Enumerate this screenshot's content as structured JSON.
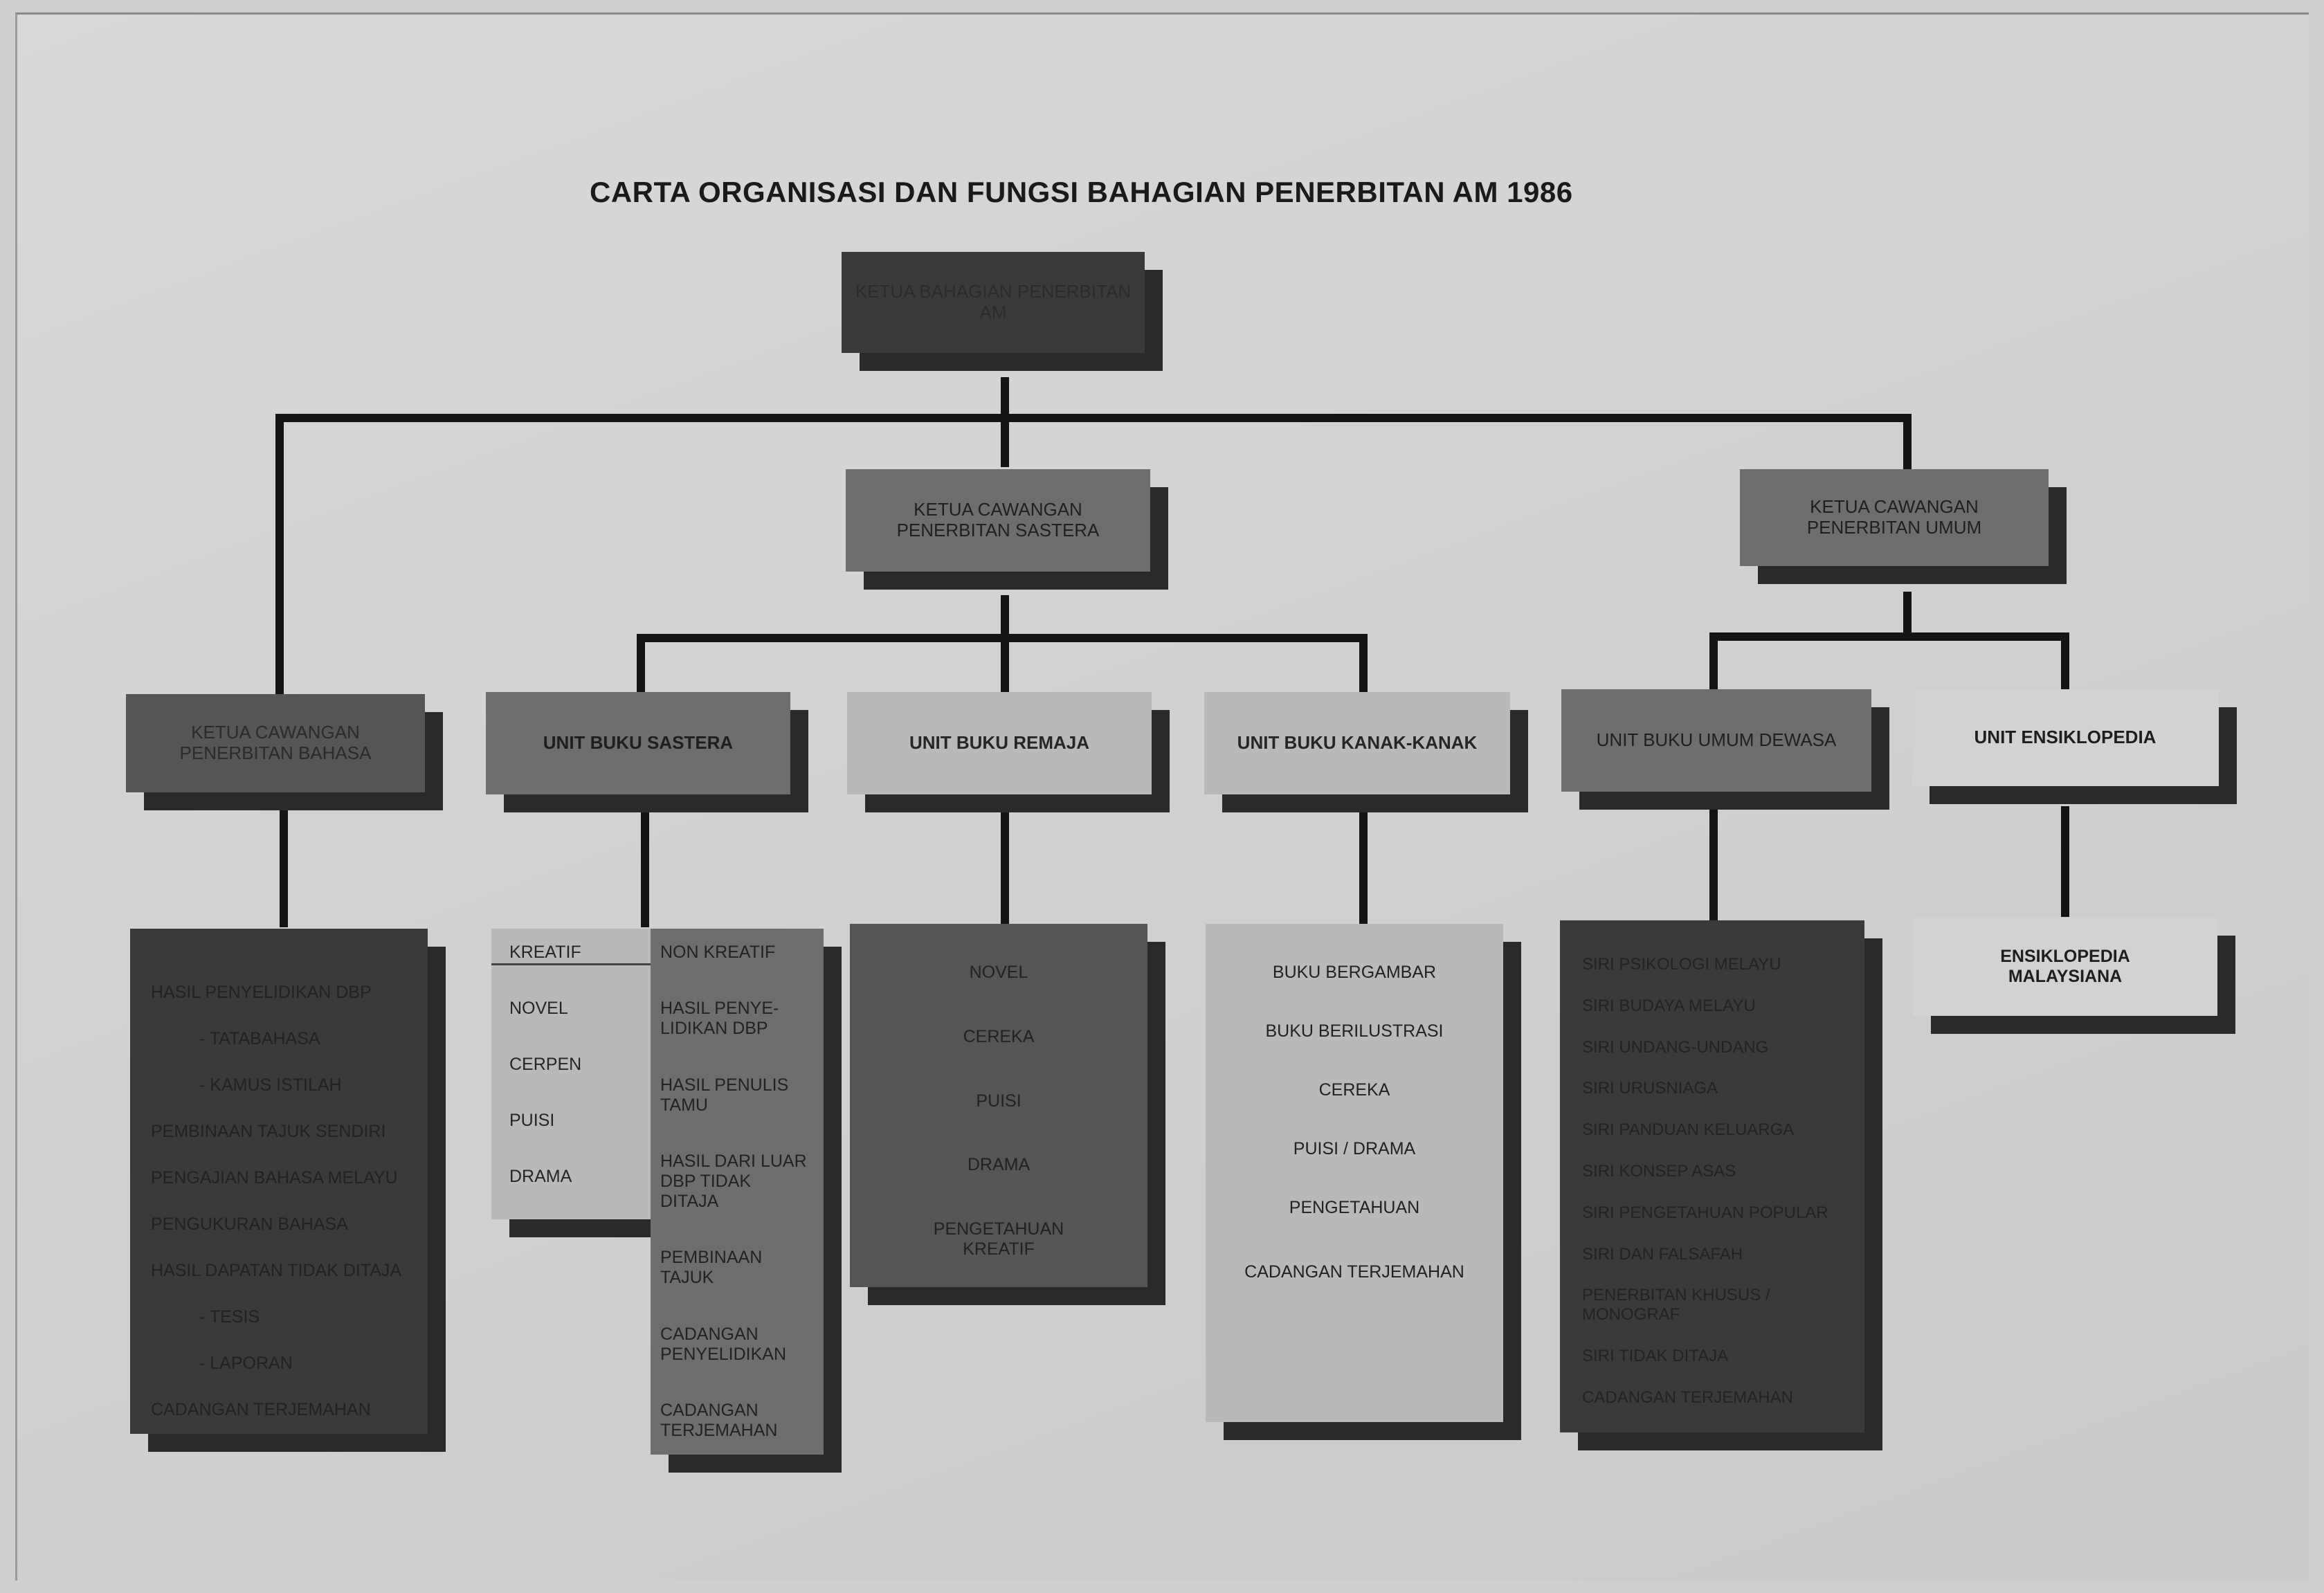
{
  "title": "CARTA ORGANISASI DAN FUNGSI BAHAGIAN PENERBITAN AM 1986",
  "top": {
    "label": "KETUA BAHAGIAN PENERBITAN AM"
  },
  "branches": {
    "sastera": "KETUA CAWANGAN PENERBITAN SASTERA",
    "umum": "KETUA CAWANGAN PENERBITAN UMUM",
    "bahasa": "KETUA CAWANGAN PENERBITAN BAHASA"
  },
  "units": {
    "sastera": "UNIT BUKU SASTERA",
    "remaja": "UNIT BUKU REMAJA",
    "kanak": "UNIT BUKU KANAK-KANAK",
    "dewasa": "UNIT BUKU UMUM DEWASA",
    "ensiklopedia": "UNIT ENSIKLOPEDIA"
  },
  "lists": {
    "bahasa": [
      "HASIL PENYELIDIKAN DBP",
      "- TATABAHASA",
      "- KAMUS ISTILAH",
      "PEMBINAAN TAJUK SENDIRI",
      "PENGAJIAN BAHASA MELAYU",
      "PENGUKURAN BAHASA",
      "HASIL DAPATAN TIDAK DITAJA",
      "- TESIS",
      "- LAPORAN",
      "CADANGAN TERJEMAHAN"
    ],
    "sastera_kreatif_header": "KREATIF",
    "sastera_non_header": "NON KREATIF",
    "sastera_kreatif": [
      "NOVEL",
      "CERPEN",
      "PUISI",
      "DRAMA"
    ],
    "sastera_non": [
      "HASIL PENYE-LIDIKAN DBP",
      "HASIL PENULIS TAMU",
      "HASIL DARI LUAR DBP TIDAK DITAJA",
      "PEMBINAAN TAJUK",
      "CADANGAN PENYELIDIKAN",
      "CADANGAN TERJEMAHAN"
    ],
    "remaja": [
      "NOVEL",
      "CEREKA",
      "PUISI",
      "DRAMA",
      "PENGETAHUAN KREATIF"
    ],
    "kanak": [
      "BUKU BERGAMBAR",
      "BUKU BERILUSTRASI",
      "CEREKA",
      "PUISI / DRAMA",
      "PENGETAHUAN",
      "CADANGAN TERJEMAHAN"
    ],
    "dewasa": [
      "SIRI PSIKOLOGI MELAYU",
      "SIRI BUDAYA MELAYU",
      "SIRI UNDANG-UNDANG",
      "SIRI URUSNIAGA",
      "SIRI PANDUAN KELUARGA",
      "SIRI KONSEP ASAS",
      "SIRI PENGETAHUAN POPULAR",
      "SIRI DAN FALSAFAH",
      "PENERBITAN KHUSUS / MONOGRAF",
      "SIRI TIDAK DITAJA",
      "CADANGAN TERJEMAHAN"
    ],
    "ensiklopedia": "ENSIKLOPEDIA MALAYSIANA"
  }
}
